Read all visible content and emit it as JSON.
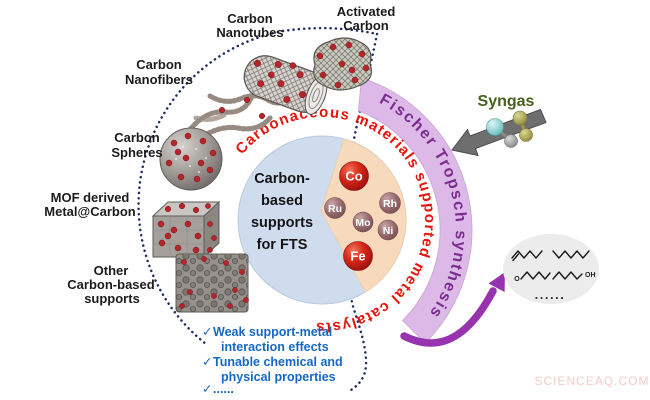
{
  "materials": [
    {
      "name": "carbon-nanotubes",
      "lines": [
        "Carbon",
        "Nanotubes"
      ]
    },
    {
      "name": "activated-carbon",
      "lines": [
        "Activated",
        "Carbon"
      ]
    },
    {
      "name": "carbon-nanofibers",
      "lines": [
        "Carbon",
        "Nanofibers"
      ]
    },
    {
      "name": "carbon-spheres",
      "lines": [
        "Carbon",
        "Spheres"
      ]
    },
    {
      "name": "mof-derived-metal-carbon",
      "lines": [
        "MOF derived",
        "Metal@Carbon"
      ]
    },
    {
      "name": "other-carbon-supports",
      "lines": [
        "Other",
        "Carbon-based",
        "supports"
      ]
    }
  ],
  "center_circle": {
    "lines": [
      "Carbon-",
      "based",
      "supports",
      "for FTS"
    ]
  },
  "metals": [
    {
      "symbol": "Co",
      "size": "large"
    },
    {
      "symbol": "Ru",
      "size": "small"
    },
    {
      "symbol": "Rh",
      "size": "small"
    },
    {
      "symbol": "Mo",
      "size": "small"
    },
    {
      "symbol": "Ni",
      "size": "small"
    },
    {
      "symbol": "Fe",
      "size": "large"
    }
  ],
  "ring_label": "Carbonaceous materials supported metal catalysts",
  "band_label": "Fischer Tropsch synthesis",
  "syngas_label": "Syngas",
  "products": {
    "o": "O",
    "oh": "OH",
    "more": "......"
  },
  "checklist": {
    "mark": "✓",
    "items": [
      [
        "Weak support-metal",
        "interaction effects"
      ],
      [
        "Tunable chemical and",
        "physical properties"
      ],
      [
        "......",
        ""
      ]
    ]
  },
  "watermark": "SCIENCEAQ.COM",
  "colors": {
    "ring_text": "#e8140c",
    "band_fill": "#dcb9e7",
    "band_text": "#7c2c91",
    "circle_fill": "#cfdcee",
    "wedge_fill": "#f7d9bb",
    "metal_major": "#c41414",
    "metal_minor": "#96686c",
    "syngas_text": "#45621d",
    "checklist_text": "#1568c4",
    "dotted_line": "#202e63",
    "products_arrow": "#9733ae",
    "watermark": "#f4ccc8"
  }
}
